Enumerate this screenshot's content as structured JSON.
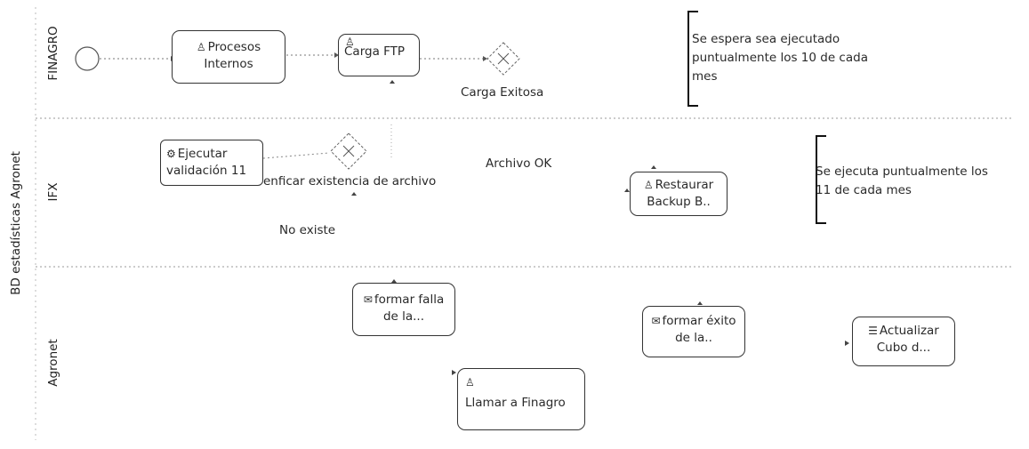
{
  "pool": {
    "label": "BD estadísticas Agronet"
  },
  "lanes": [
    {
      "label": "FINAGRO"
    },
    {
      "label": "IFX"
    },
    {
      "label": "Agronet"
    }
  ],
  "tasks": {
    "procesos_internos": [
      "Procesos",
      "Internos"
    ],
    "carga_ftp": "Carga FTP",
    "ejecutar_validacion": [
      "Ejecutar",
      "validación 11"
    ],
    "restaurar_backup": [
      "Restaurar",
      "Backup B.."
    ],
    "informar_falla": [
      "formar falla",
      "de la..."
    ],
    "informar_exito": [
      "formar éxito",
      "de la.."
    ],
    "actualizar_cubo": [
      "Actualizar",
      "Cubo d..."
    ],
    "llamar_finagro": "Llamar a Finagro"
  },
  "labels": {
    "carga_exitosa": "Carga Exitosa",
    "verificar_existencia": "enficar existencia de archivo",
    "archivo_ok": "Archivo OK",
    "no_existe": "No existe"
  },
  "notes": {
    "finagro": [
      "Se espera sea ejecutado",
      "puntualmente los 10 de cada",
      "mes"
    ],
    "ifx": [
      "Se ejecuta puntualmente los",
      "11 de cada mes"
    ]
  },
  "icons": {
    "user_task": "user-icon",
    "service_task": "gear-icon",
    "send_task": "envelope-icon",
    "script_task": "script-icon",
    "gateway": "exclusive-gateway"
  }
}
